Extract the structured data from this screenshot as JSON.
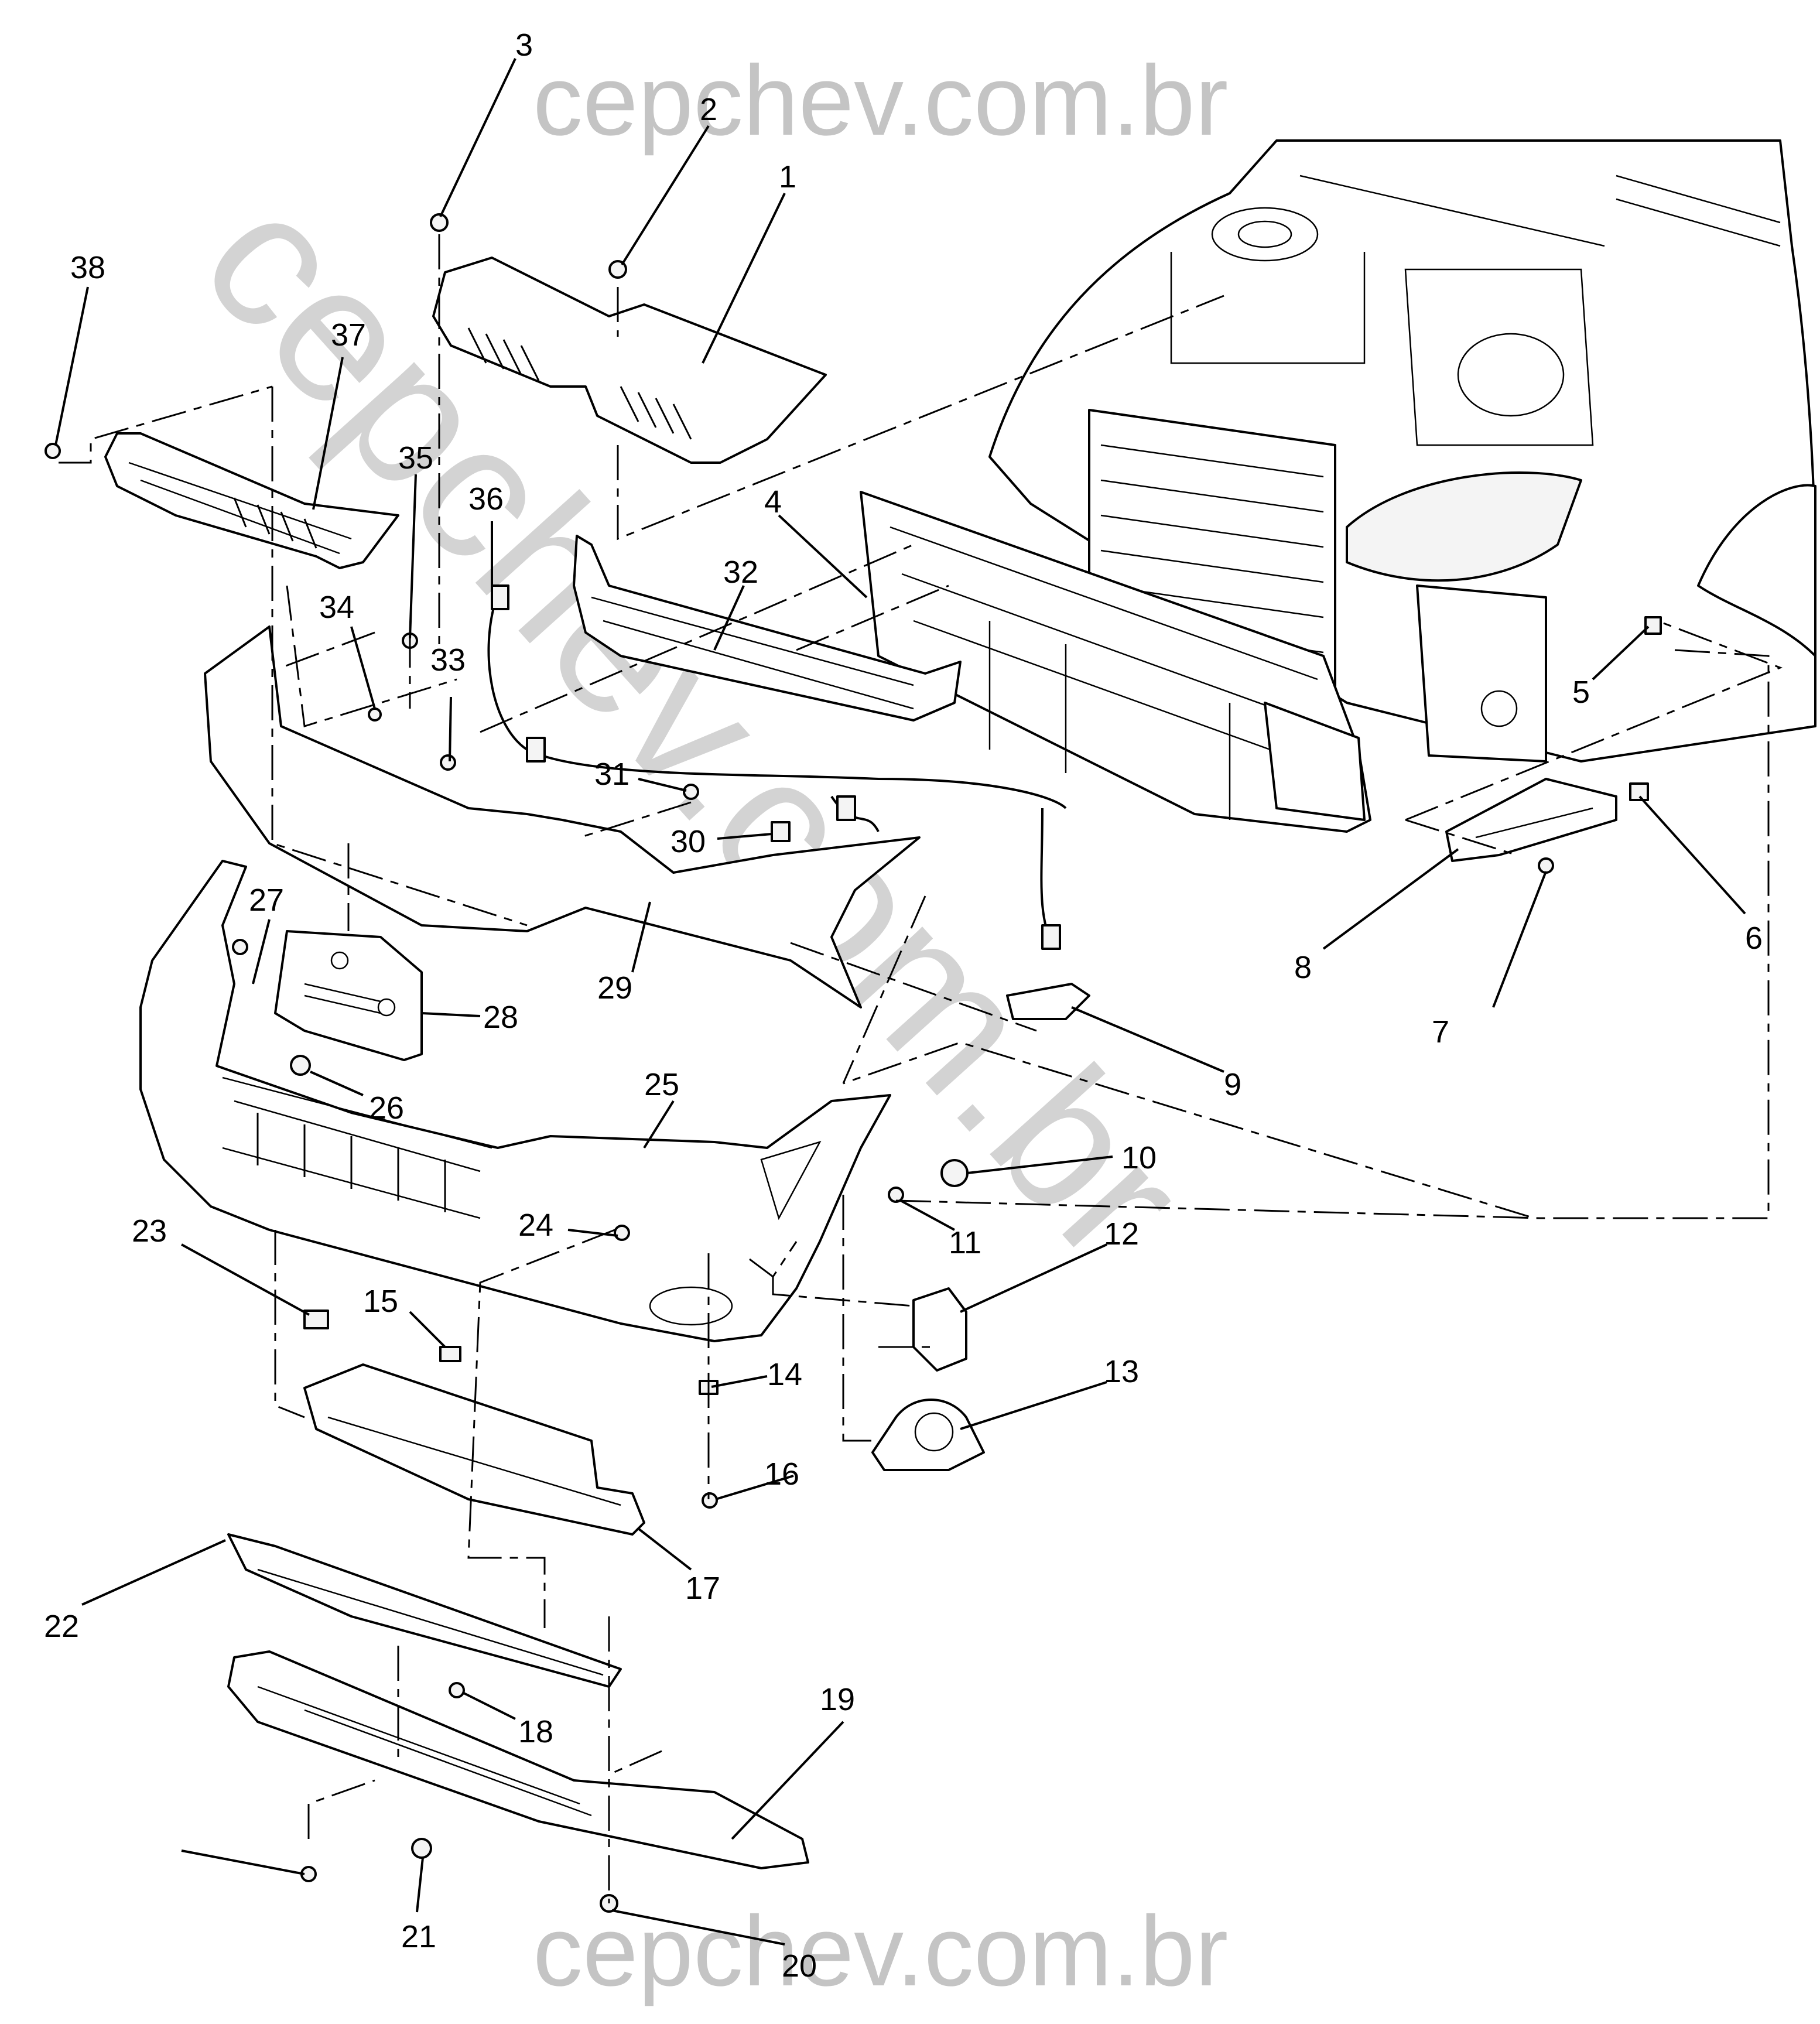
{
  "watermarks": {
    "top": "cepchev.com.br",
    "diagonal": "cepchev.com.br",
    "bottom": "cepchev.com.br"
  },
  "callouts": {
    "c1": "1",
    "c2": "2",
    "c3": "3",
    "c4": "4",
    "c5": "5",
    "c6": "6",
    "c7": "7",
    "c8": "8",
    "c9": "9",
    "c10": "10",
    "c11": "11",
    "c12": "12",
    "c13": "13",
    "c14": "14",
    "c15": "15",
    "c16": "16",
    "c17": "17",
    "c18": "18",
    "c19": "19",
    "c20": "20",
    "c21": "21",
    "c22": "22",
    "c23": "23",
    "c24": "24",
    "c25": "25",
    "c26": "26",
    "c27": "27",
    "c28": "28",
    "c29": "29",
    "c30": "30",
    "c31": "31",
    "c32": "32",
    "c33": "33",
    "c34": "34",
    "c35": "35",
    "c36": "36",
    "c37": "37",
    "c38": "38"
  }
}
